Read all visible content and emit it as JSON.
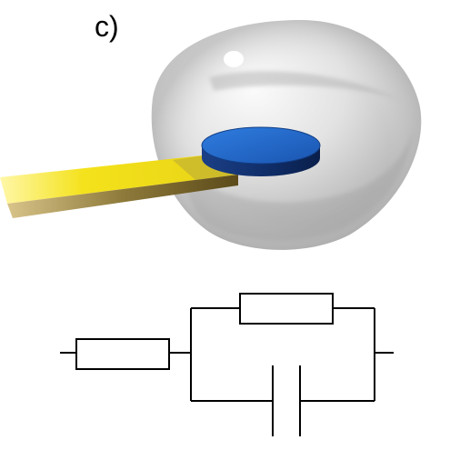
{
  "panel_label": "c)",
  "colors": {
    "electrode_blue": "#1f5fbf",
    "electrode_blue_dark": "#0d2f6e",
    "lead_yellow": "#f2e11a",
    "lead_shadow": "#6b5a1e",
    "droplet_gray": "#d9d9d9",
    "wire": "#000000"
  },
  "circuit": {
    "components": [
      "series-resistor",
      "parallel-resistor",
      "parallel-capacitor"
    ]
  }
}
